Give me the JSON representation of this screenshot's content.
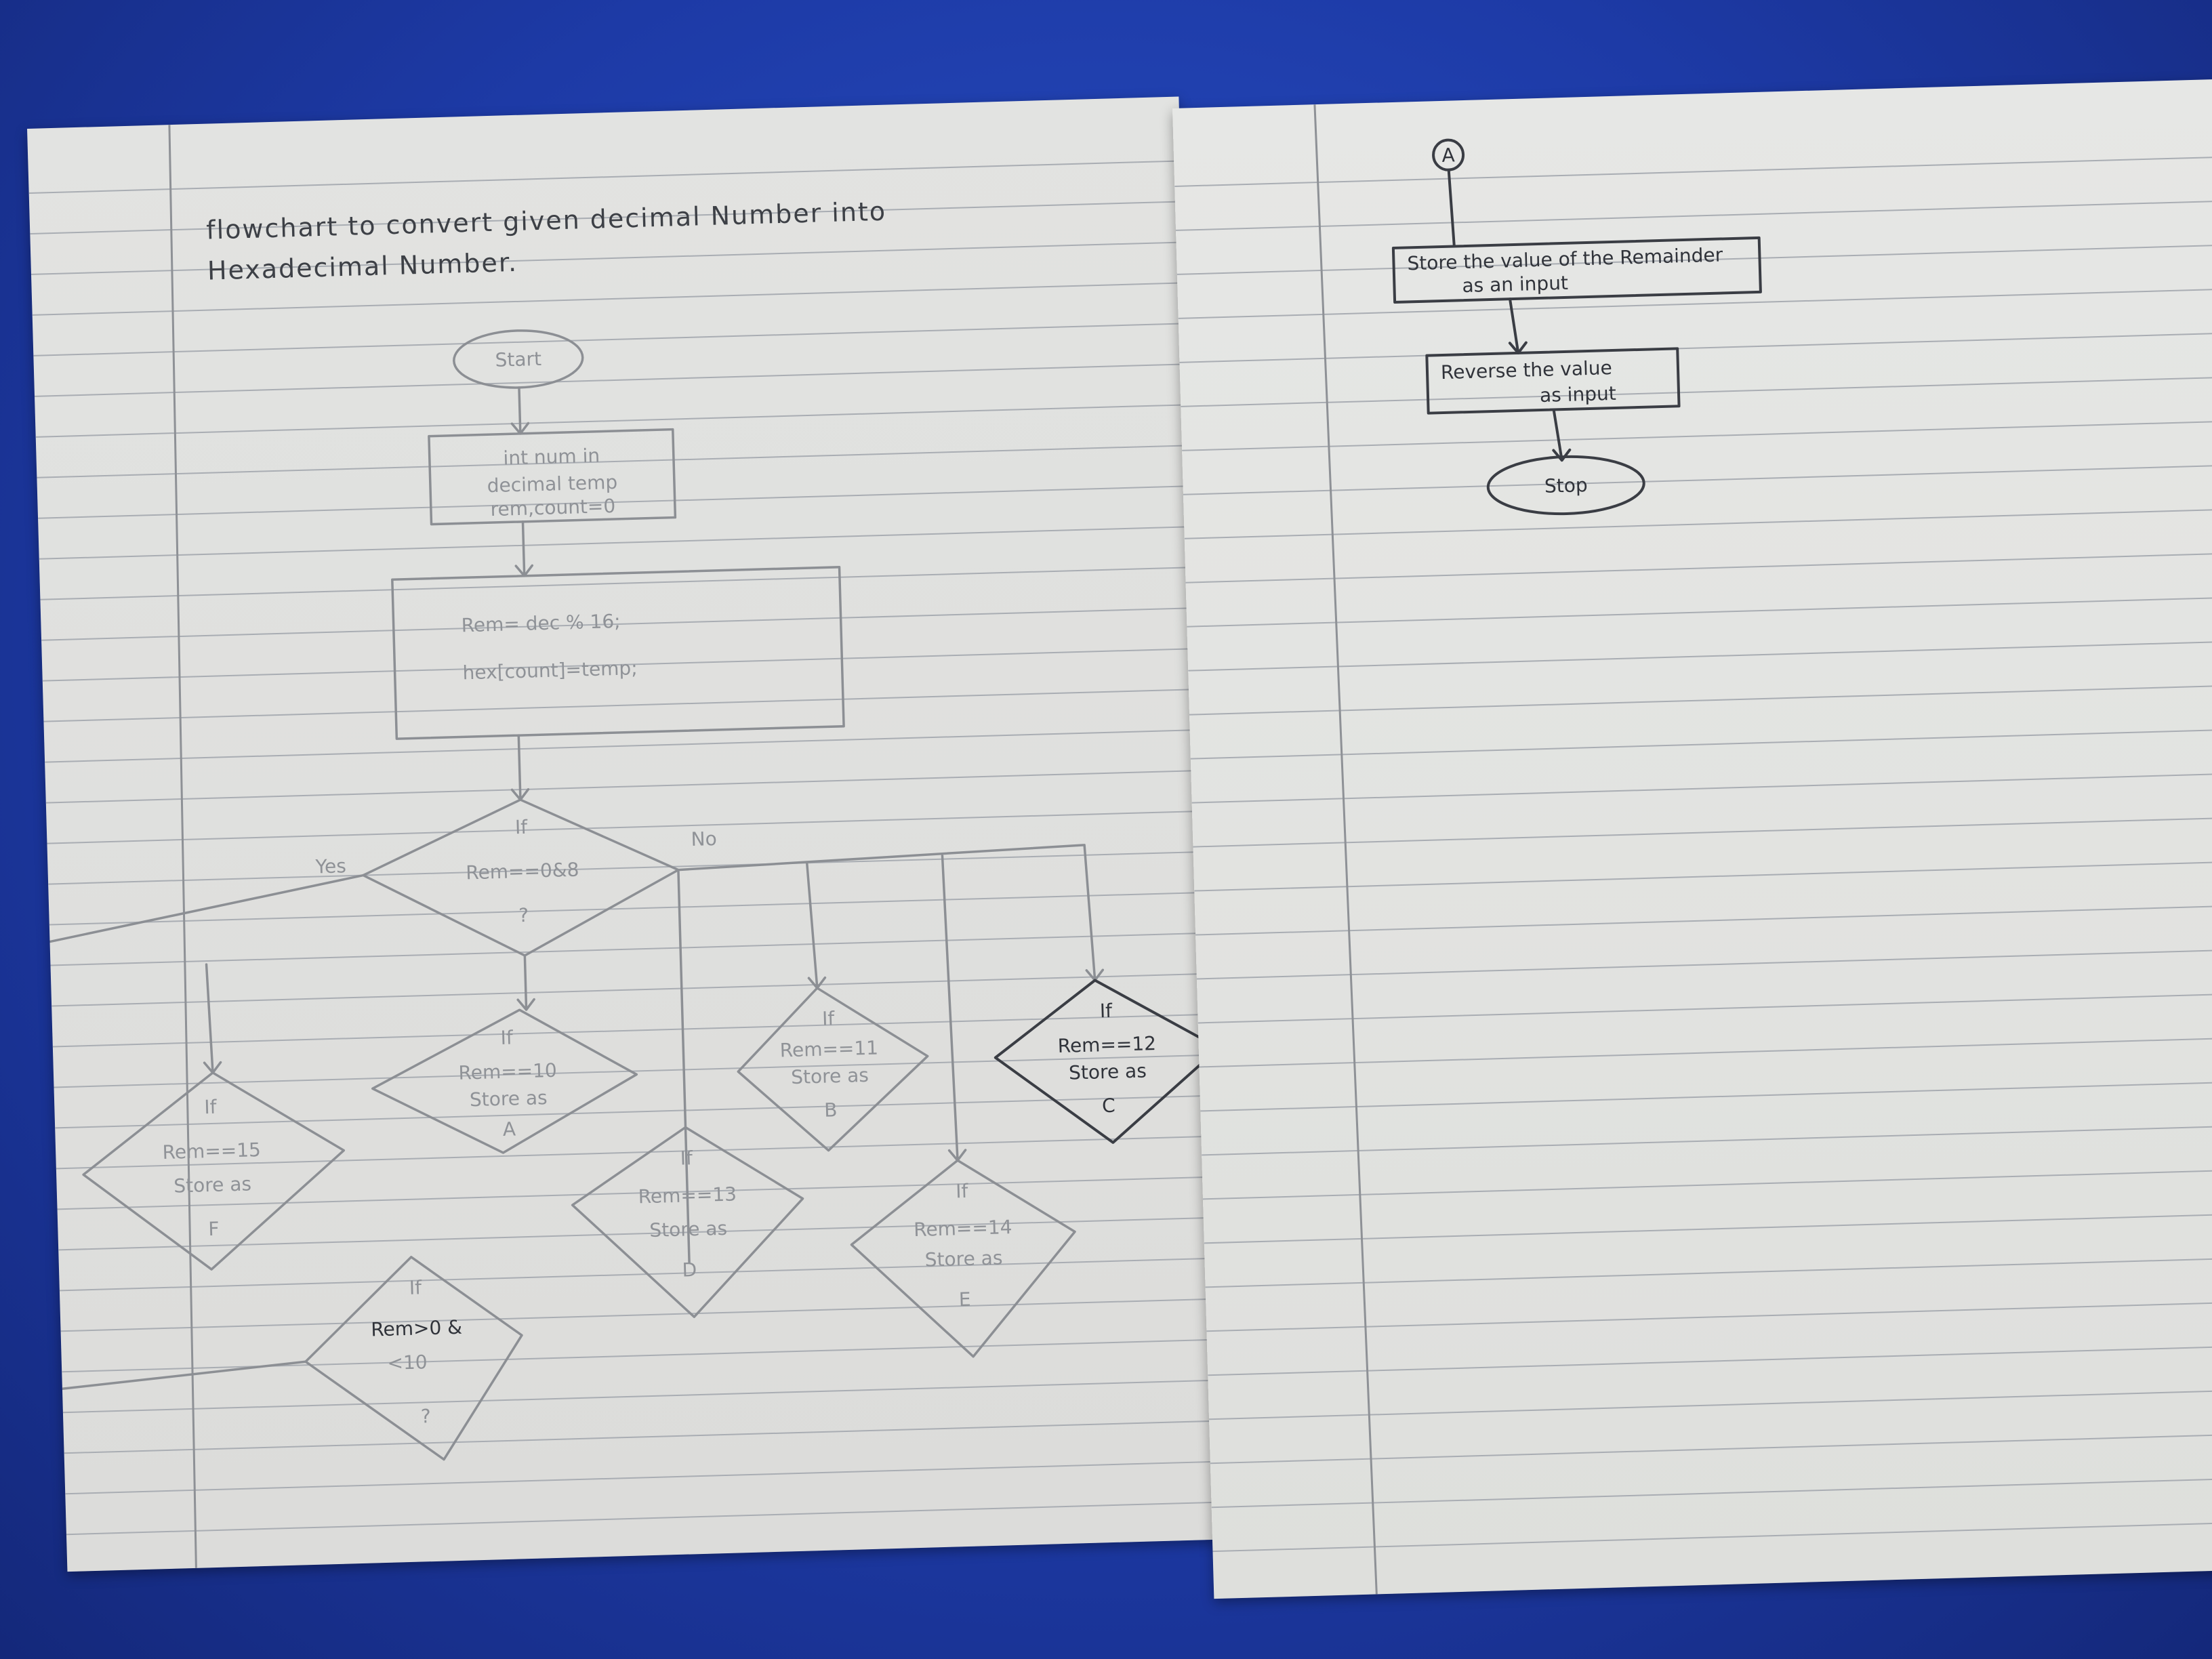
{
  "title": {
    "line1": "flowchart to convert given decimal Number into",
    "line2": "Hexadecimal Number."
  },
  "left_page": {
    "start": "Start",
    "init": [
      "int num in",
      "decimal temp",
      "rem,count=0"
    ],
    "process": [
      "Rem= dec % 16;",
      "hex[count]=temp;"
    ],
    "decision_main": [
      "If",
      "Rem==0&8",
      "?"
    ],
    "yes_label": "Yes",
    "no_label": "No",
    "decision_10": [
      "If",
      "Rem==10",
      "Store as",
      "A"
    ],
    "decision_11": [
      "If",
      "Rem==11",
      "Store as",
      "B"
    ],
    "decision_12": [
      "If",
      "Rem==12",
      "Store as",
      "C"
    ],
    "decision_13": [
      "If",
      "Rem==13",
      "Store as",
      "D"
    ],
    "decision_14": [
      "If",
      "Rem==14",
      "Store as",
      "E"
    ],
    "decision_15": [
      "If",
      "Rem==15",
      "Store as",
      "F"
    ],
    "decision_range": [
      "If",
      "Rem>0 &",
      "<10",
      "?"
    ]
  },
  "right_page": {
    "connector": "A",
    "store_box": [
      "Store the value of the Remainder",
      "as an input"
    ],
    "reverse_box": [
      "Reverse the value",
      "as input"
    ],
    "stop": "Stop"
  }
}
